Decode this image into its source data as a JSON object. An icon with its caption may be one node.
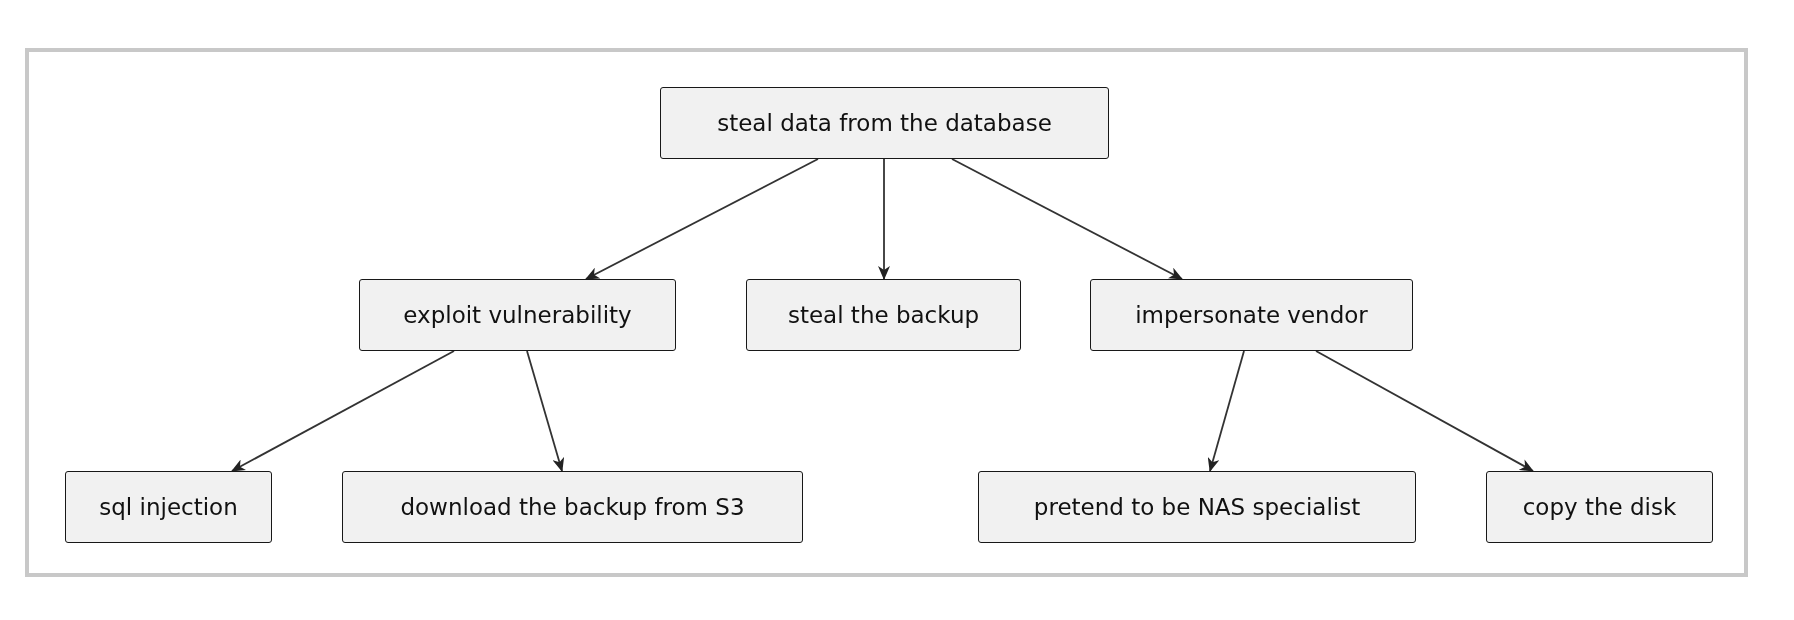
{
  "diagram": {
    "nodes": [
      {
        "text": [
          "steal data from the database"
        ]
      },
      {
        "text": [
          "exploit vulnerability"
        ]
      },
      {
        "text": [
          "steal the backup"
        ]
      },
      {
        "text": [
          "impersonate vendor"
        ]
      },
      {
        "text": [
          "sql injection"
        ]
      },
      {
        "text": [
          "download the backup from S3"
        ]
      },
      {
        "text": [
          "pretend to be NAS specialist"
        ]
      },
      {
        "text": [
          "copy the disk"
        ]
      }
    ],
    "edges": [
      {
        "from": 0,
        "to": 1,
        "arrow": "to"
      },
      {
        "from": 0,
        "to": 2,
        "arrow": "to"
      },
      {
        "from": 0,
        "to": 3,
        "arrow": "to"
      },
      {
        "from": 1,
        "to": 4,
        "arrow": "to"
      },
      {
        "from": 1,
        "to": 5,
        "arrow": "to"
      },
      {
        "from": 3,
        "to": 6,
        "arrow": "to"
      },
      {
        "from": 3,
        "to": 7,
        "arrow": "to"
      }
    ]
  }
}
